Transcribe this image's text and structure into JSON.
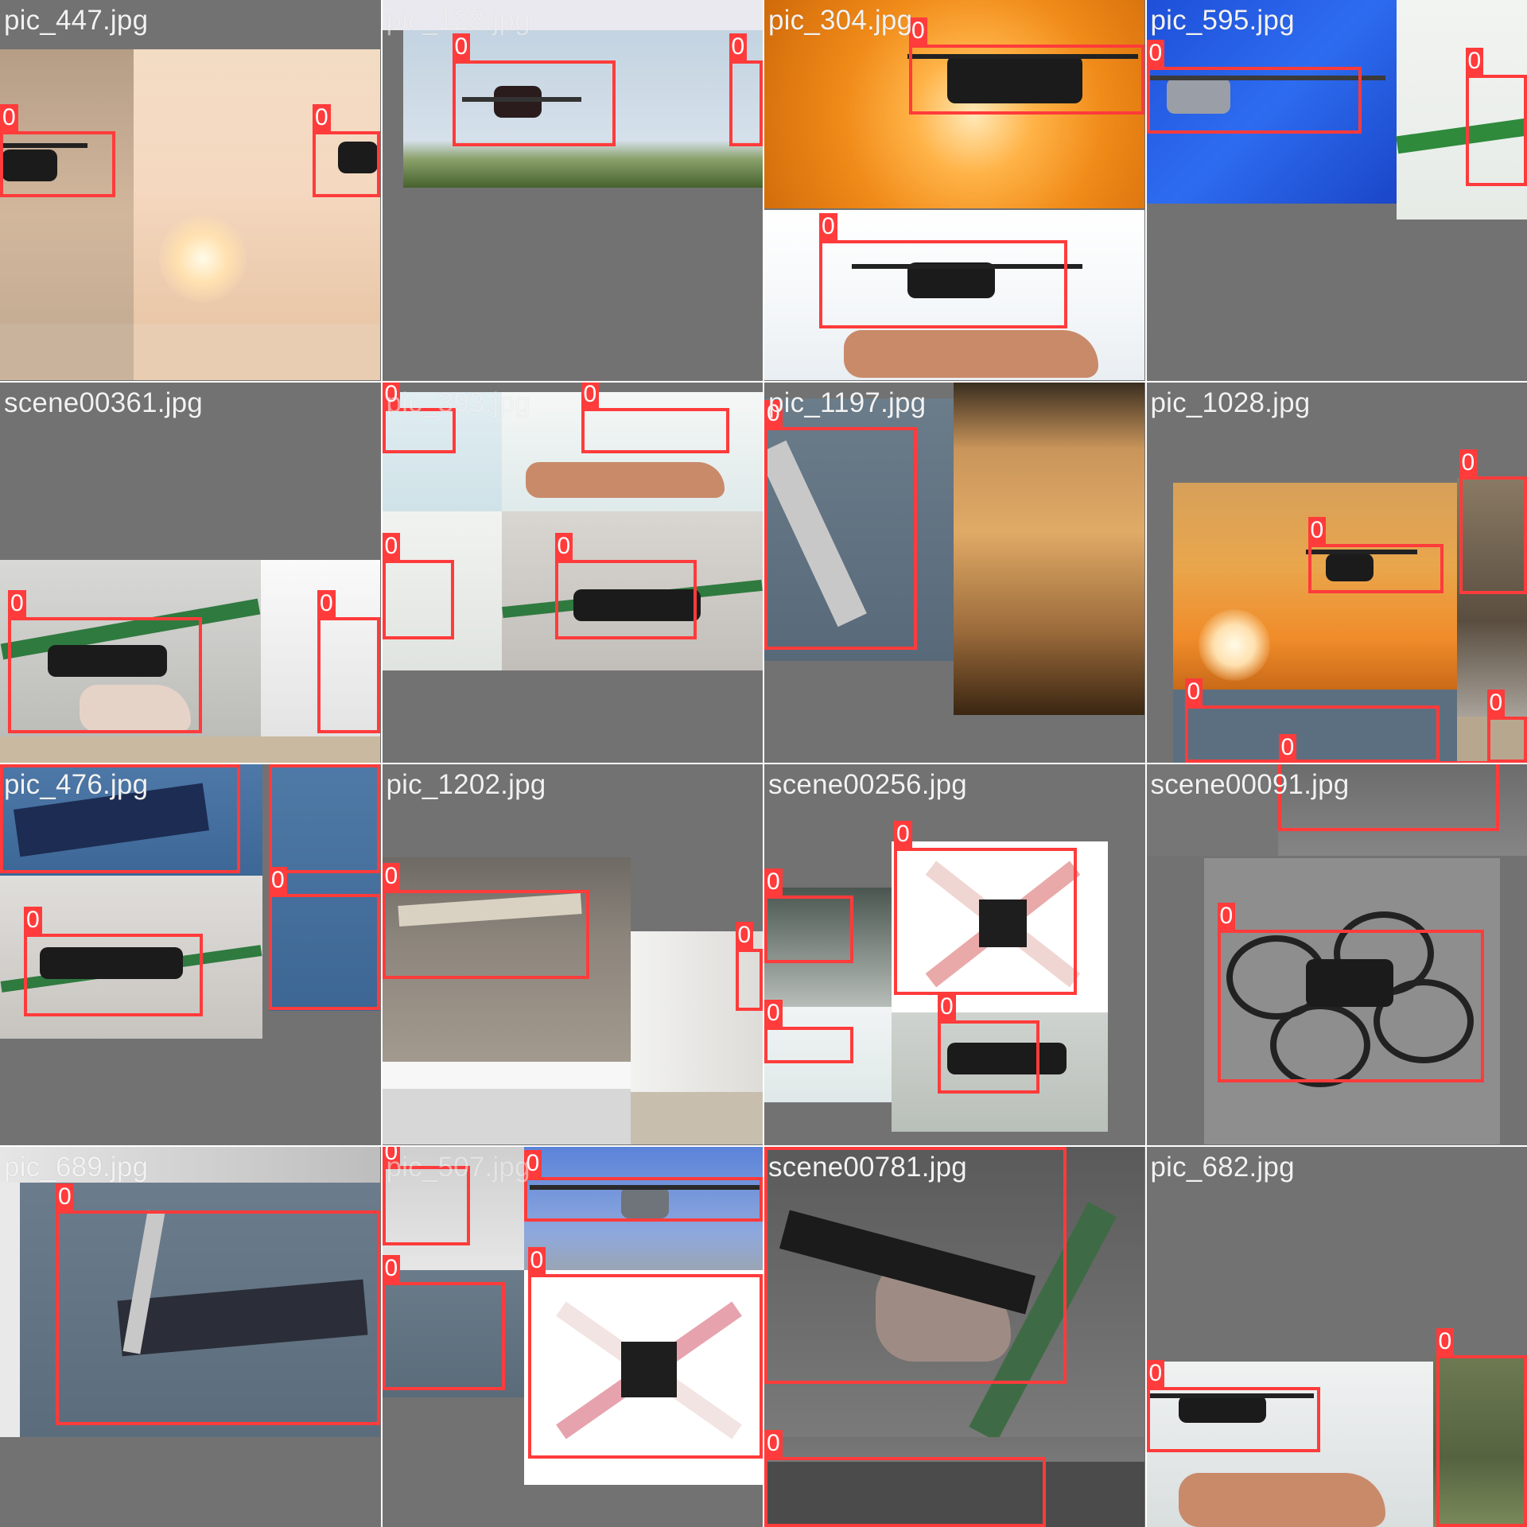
{
  "tiles": [
    {
      "filename": "pic_447.jpg",
      "labels": [
        "0",
        "0"
      ]
    },
    {
      "filename": "pic_128.jpg",
      "labels": [
        "0",
        "0"
      ]
    },
    {
      "filename": "pic_304.jpg",
      "labels": [
        "0",
        "0"
      ]
    },
    {
      "filename": "pic_595.jpg",
      "labels": [
        "0",
        "0"
      ]
    },
    {
      "filename": "scene00361.jpg",
      "labels": [
        "0",
        "0"
      ]
    },
    {
      "filename": "pic_393.jpg",
      "labels": [
        "0",
        "0",
        "0",
        "0"
      ]
    },
    {
      "filename": "pic_1197.jpg",
      "labels": [
        "0"
      ]
    },
    {
      "filename": "pic_1028.jpg",
      "labels": [
        "0",
        "0",
        "0",
        "0",
        "0"
      ]
    },
    {
      "filename": "pic_476.jpg",
      "labels": [
        "0",
        "0",
        "0",
        "0"
      ]
    },
    {
      "filename": "pic_1202.jpg",
      "labels": [
        "0",
        "0"
      ]
    },
    {
      "filename": "scene00256.jpg",
      "labels": [
        "0",
        "0",
        "0",
        "0"
      ]
    },
    {
      "filename": "scene00091.jpg",
      "labels": [
        "0"
      ]
    },
    {
      "filename": "pic_689.jpg",
      "labels": [
        "0"
      ]
    },
    {
      "filename": "pic_507.jpg",
      "labels": [
        "0",
        "0",
        "0",
        "0"
      ]
    },
    {
      "filename": "scene00781.jpg",
      "labels": [
        "0",
        "0"
      ]
    },
    {
      "filename": "pic_682.jpg",
      "labels": [
        "0",
        "0"
      ]
    }
  ],
  "colors": {
    "box": "#ff3b3b",
    "padding_gray": "#727272",
    "label_text": "#ffffff",
    "filename_text": "#f2f2f2"
  }
}
